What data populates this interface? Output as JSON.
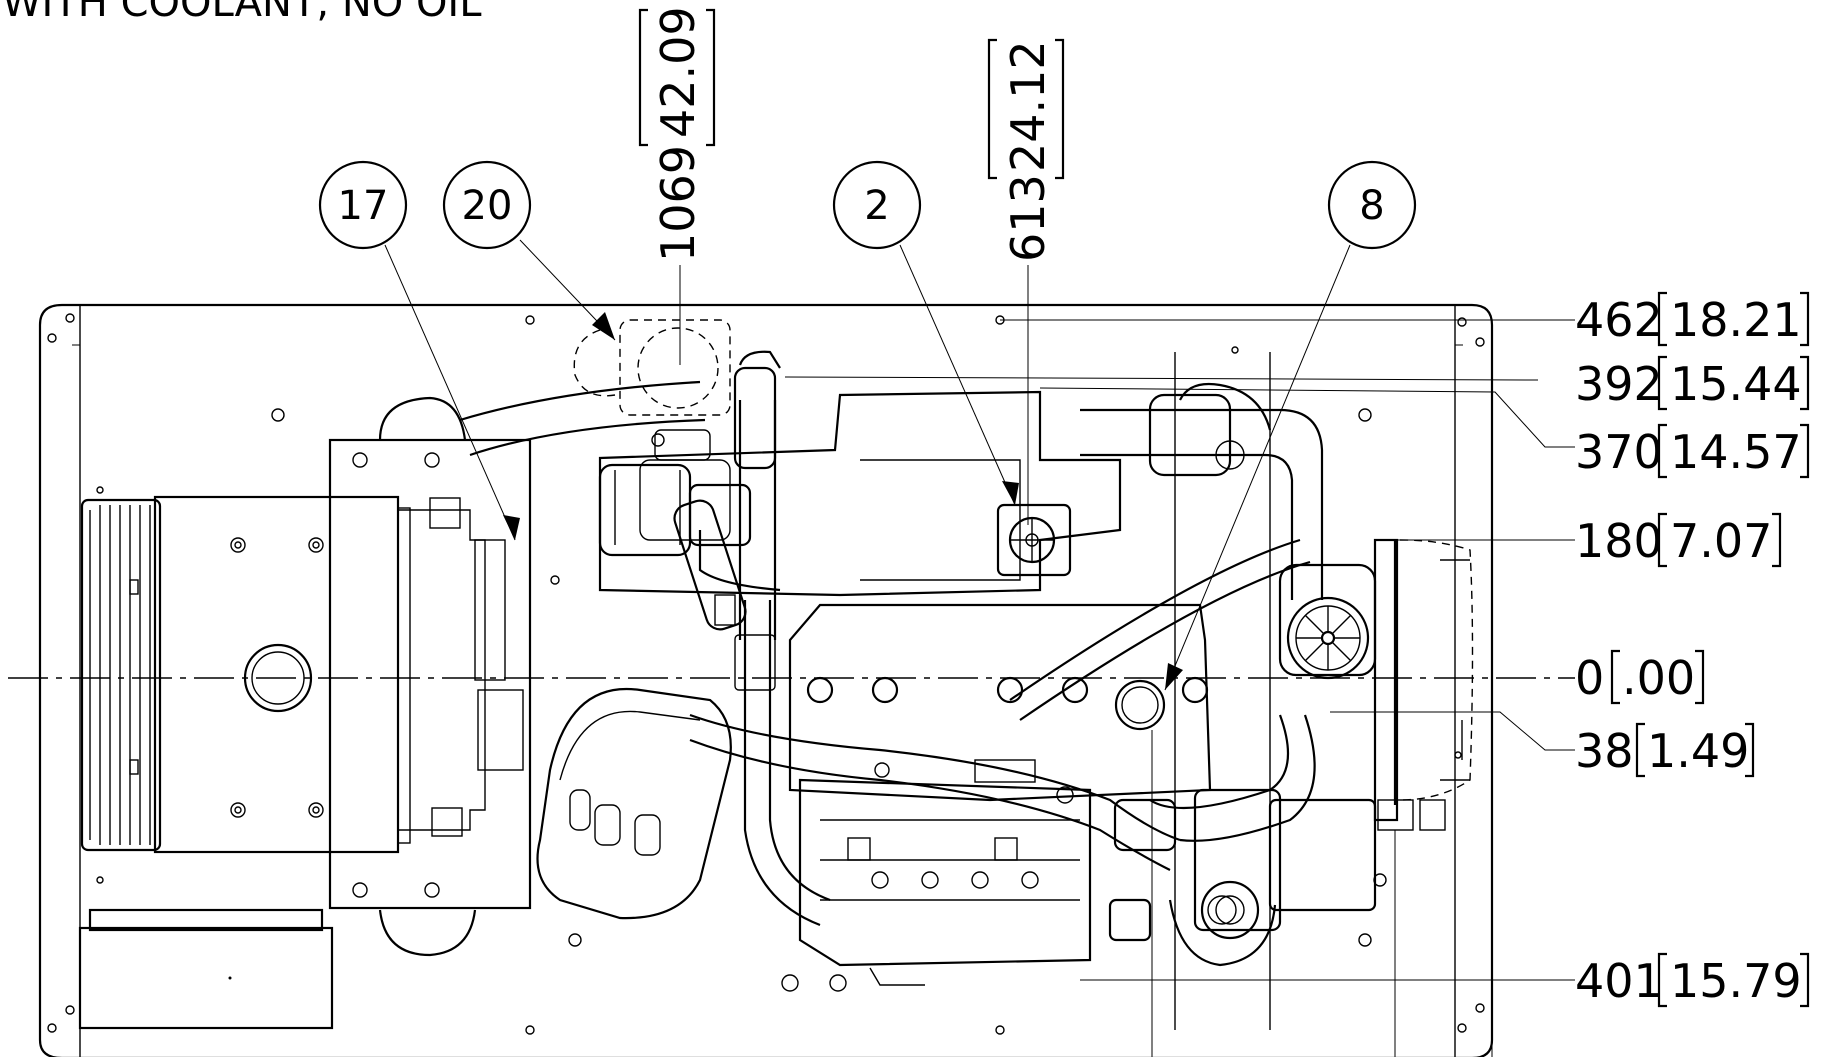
{
  "title_fragment": "WITH COOLANT, NO OIL",
  "balloons": [
    {
      "id": "17"
    },
    {
      "id": "20"
    },
    {
      "id": "2"
    },
    {
      "id": "8"
    }
  ],
  "vertical_dims": [
    {
      "value": "1069",
      "inch": "42.09"
    },
    {
      "value": "613",
      "inch": "24.12"
    }
  ],
  "right_dims": [
    {
      "value": "462",
      "inch": "18.21"
    },
    {
      "value": "392",
      "inch": "15.44"
    },
    {
      "value": "370",
      "inch": "14.57"
    },
    {
      "value": "180",
      "inch": "7.07"
    },
    {
      "value": "0",
      "inch": ".00"
    },
    {
      "value": "38",
      "inch": "1.49"
    },
    {
      "value": "401",
      "inch": "15.79"
    }
  ],
  "icons": [
    "balloon-callout",
    "mounting-hole",
    "fan-grille"
  ]
}
